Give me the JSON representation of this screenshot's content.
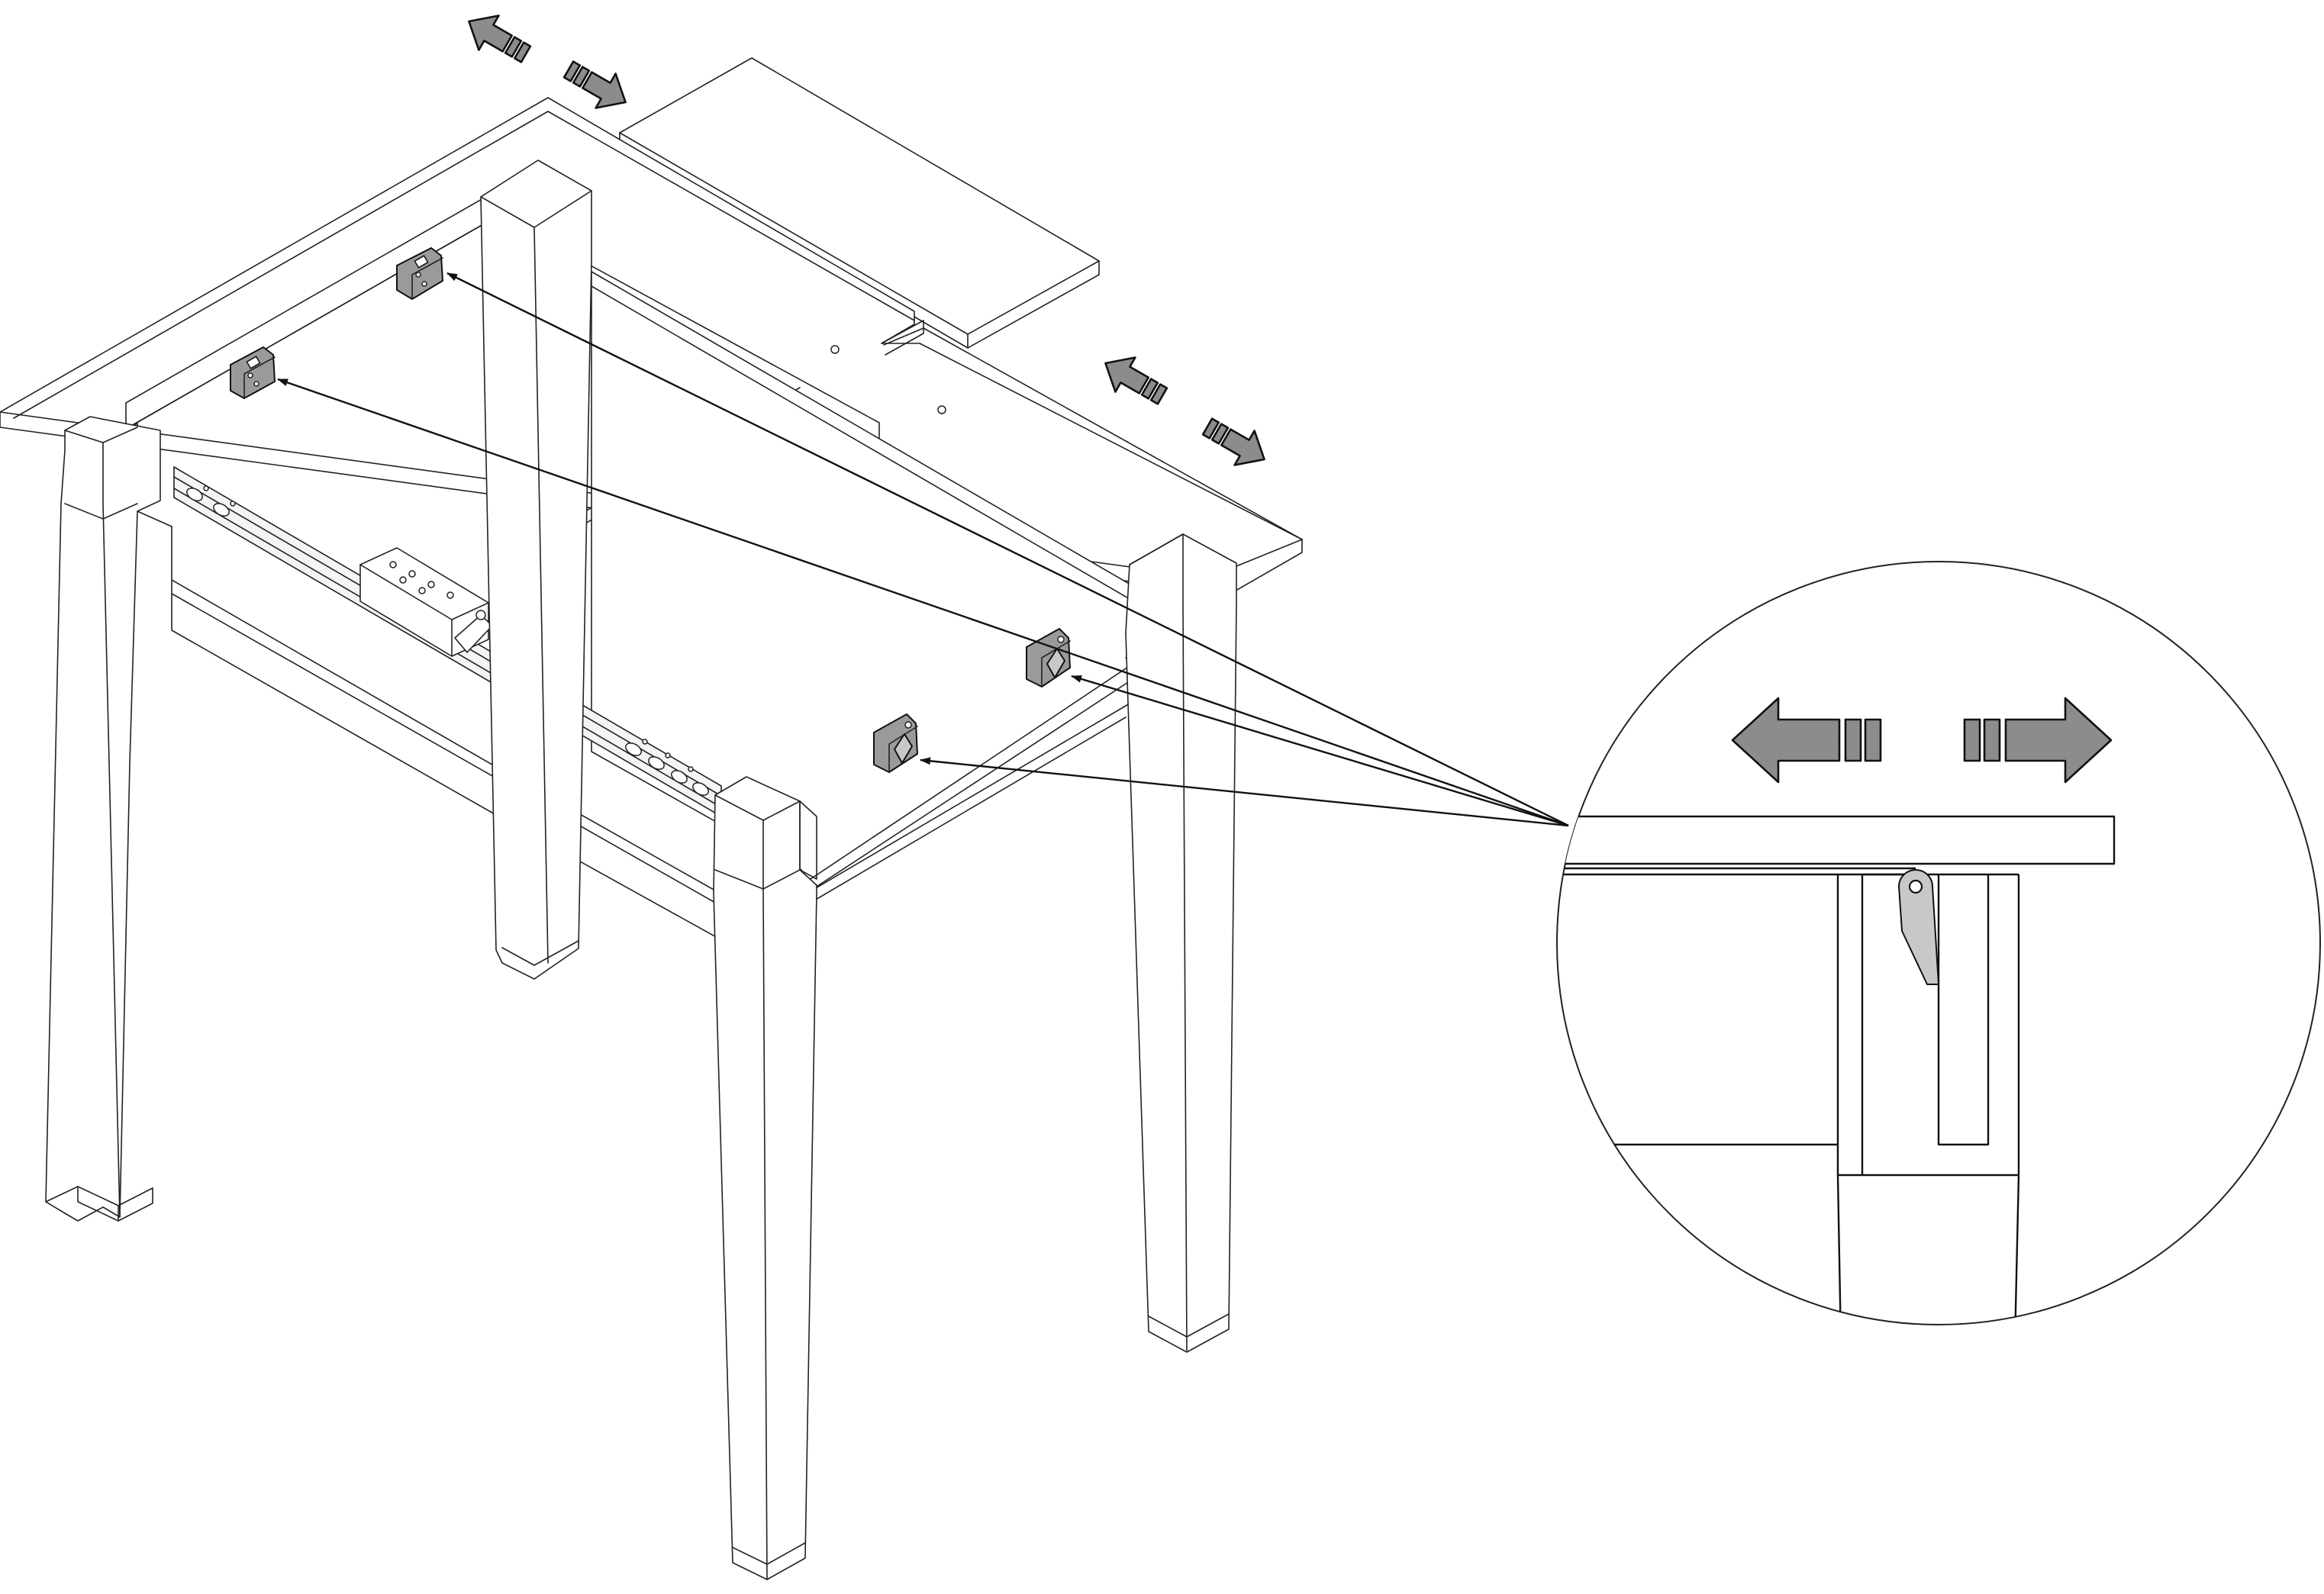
{
  "diagram": {
    "description_free": true,
    "components": {
      "motion_arrows": [
        "double-arrow-extension-top",
        "double-arrow-extension-right",
        "double-arrow-detail"
      ],
      "brackets": 4,
      "callout": "detail-circle"
    },
    "colors": {
      "arrow_fill": "#8c8c8c",
      "bracket_fill": "#9a9a9a",
      "line": "#111111",
      "background": "#ffffff"
    }
  }
}
